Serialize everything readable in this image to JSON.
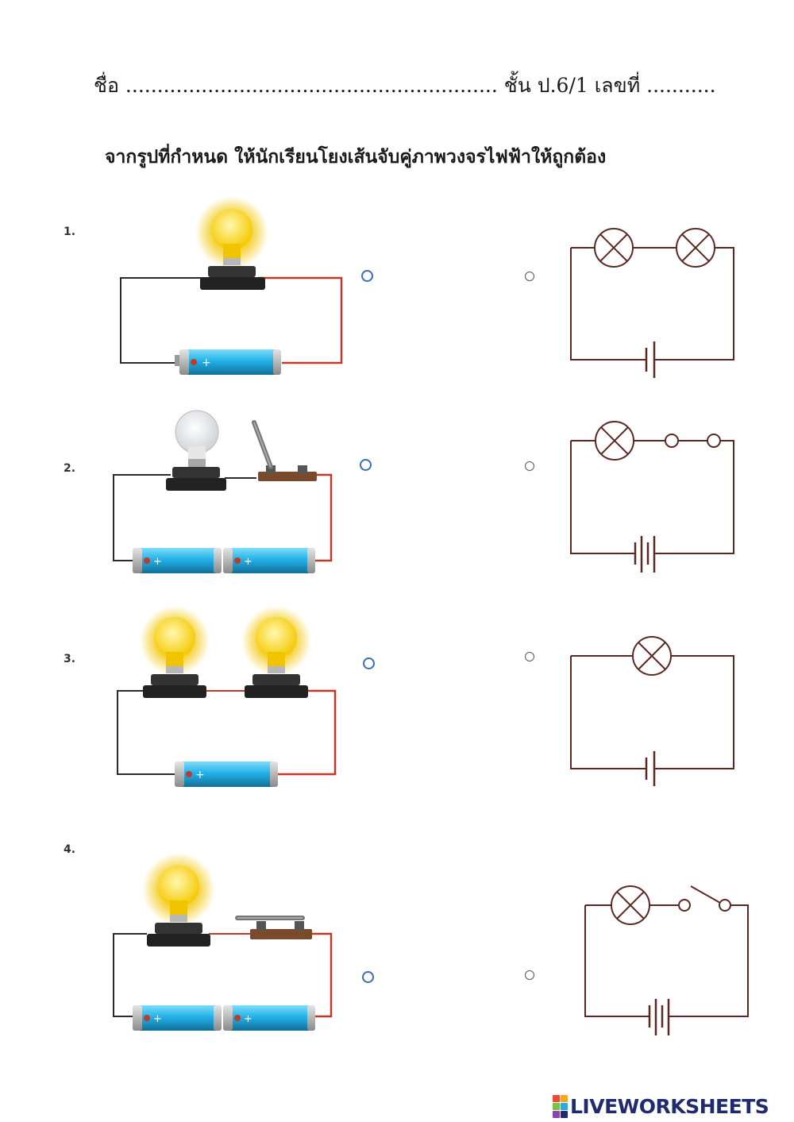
{
  "header": {
    "name_line": "ชื่อ ........................................................... ชั้น ป.6/1 เลขที่ ..........."
  },
  "instruction": "จากรูปที่กำหนด ให้นักเรียนโยงเส้นจับคู่ภาพวงจรไฟฟ้าให้ถูกต้อง",
  "questions": [
    {
      "number": "1.",
      "picture": "one-lit-bulb-one-battery"
    },
    {
      "number": "2.",
      "picture": "unlit-bulb-open-switch-two-batteries"
    },
    {
      "number": "3.",
      "picture": "two-lit-bulbs-one-battery"
    },
    {
      "number": "4.",
      "picture": "lit-bulb-closed-switch-two-batteries"
    }
  ],
  "diagrams": [
    {
      "picture": "two-lamps-one-cell"
    },
    {
      "picture": "lamp-open-switch-two-cells"
    },
    {
      "picture": "one-lamp-one-cell"
    },
    {
      "picture": "lamp-switch-two-cells"
    }
  ],
  "logo": {
    "text": "LIVEWORKSHEETS",
    "colors": [
      "#e84c3d",
      "#f5a623",
      "#7ac143",
      "#2fa8e0",
      "#1f2b6e",
      "#8e44ad"
    ]
  },
  "colors": {
    "wire_red": "#c0392b",
    "wire_dark": "#2b2b2b",
    "battery": "#2ab3e6",
    "bulb_lit": "#f7d51c",
    "dot_blue": "#3a6fb5"
  }
}
